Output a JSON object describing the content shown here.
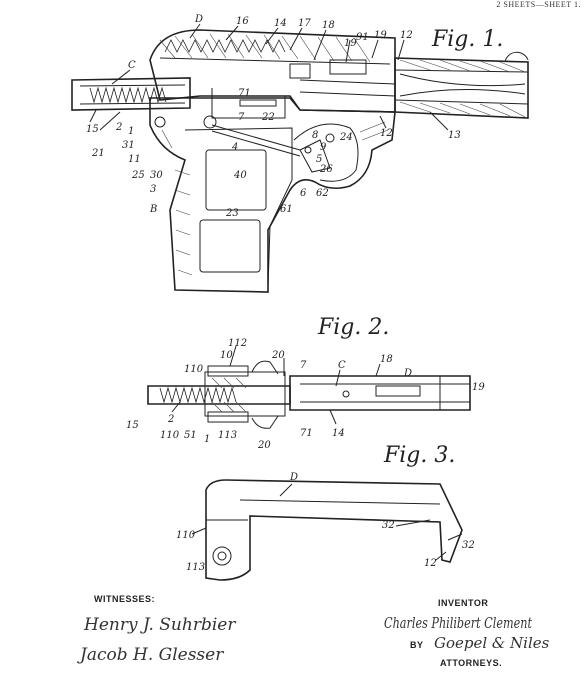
{
  "header": {
    "sheet_text": "2 SHEETS—SHEET 1."
  },
  "figures": {
    "fig1": {
      "title": "Fig. 1.",
      "labels": [
        "D",
        "16",
        "14",
        "17",
        "18",
        "19",
        "91",
        "19",
        "12",
        "C",
        "71",
        "22",
        "2",
        "15",
        "21",
        "1",
        "31",
        "11",
        "25",
        "30",
        "3",
        "B",
        "4",
        "40",
        "23",
        "24",
        "9",
        "8",
        "5",
        "26",
        "6",
        "62",
        "61",
        "12",
        "13",
        "7"
      ]
    },
    "fig2": {
      "title": "Fig. 2.",
      "labels": [
        "112",
        "10",
        "110",
        "20",
        "7",
        "C",
        "18",
        "D",
        "19",
        "15",
        "2",
        "110",
        "51",
        "1",
        "113",
        "20",
        "71",
        "14"
      ]
    },
    "fig3": {
      "title": "Fig. 3.",
      "labels": [
        "D",
        "110",
        "32",
        "12",
        "32",
        "113"
      ]
    }
  },
  "signatures": {
    "witnesses_label": "WITNESSES:",
    "witness1": "Henry J. Suhrbier",
    "witness2": "Jacob H. Glesser",
    "inventor_label": "INVENTOR",
    "inventor_name": "Charles Philibert Clement",
    "by_label": "BY",
    "attorney_name": "Goepel & Niles",
    "attorneys_label": "ATTORNEYS."
  }
}
